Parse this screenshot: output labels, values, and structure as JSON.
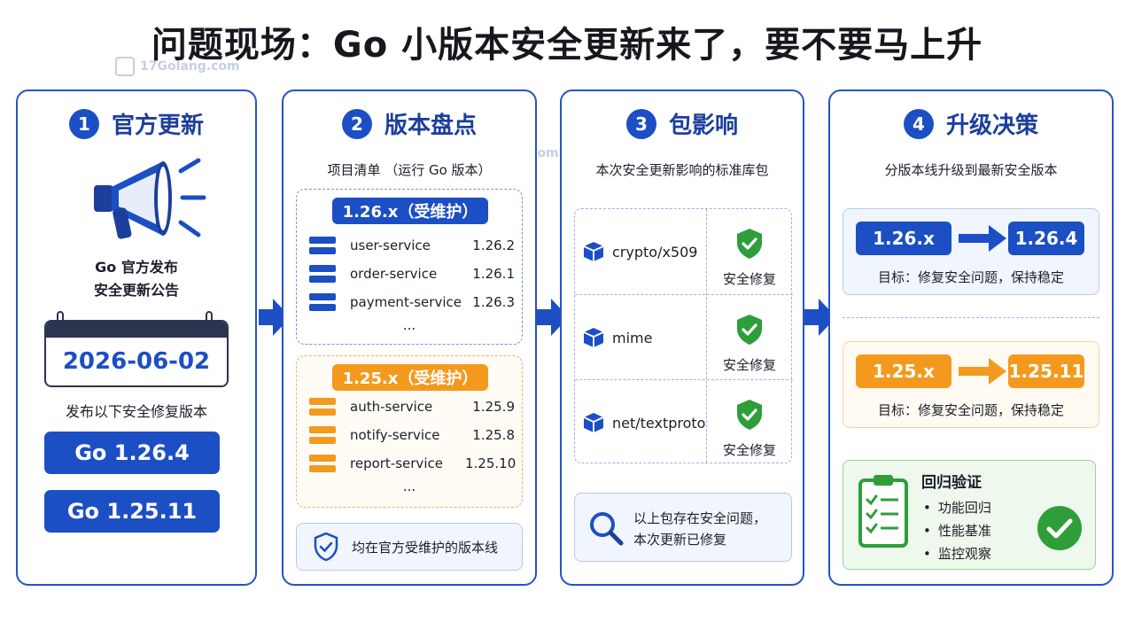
{
  "title": "问题现场：Go 小版本安全更新来了，要不要马上升",
  "watermark": "17Golang.com",
  "panels": [
    {
      "num": "1",
      "title": "官方更新",
      "announce_line1": "Go 官方发布",
      "announce_line2": "安全更新公告",
      "date": "2026-06-02",
      "versions_label": "发布以下安全修复版本",
      "versions": [
        "Go 1.26.4",
        "Go 1.25.11"
      ]
    },
    {
      "num": "2",
      "title": "版本盘点",
      "subtitle": "项目清单 （运行 Go 版本）",
      "groups": [
        {
          "tag": "1.26.x（受维护）",
          "services": [
            {
              "name": "user-service",
              "version": "1.26.2"
            },
            {
              "name": "order-service",
              "version": "1.26.1"
            },
            {
              "name": "payment-service",
              "version": "1.26.3"
            }
          ],
          "more": "..."
        },
        {
          "tag": "1.25.x（受维护）",
          "services": [
            {
              "name": "auth-service",
              "version": "1.25.9"
            },
            {
              "name": "notify-service",
              "version": "1.25.8"
            },
            {
              "name": "report-service",
              "version": "1.25.10"
            }
          ],
          "more": "..."
        }
      ],
      "note": "均在官方受维护的版本线"
    },
    {
      "num": "3",
      "title": "包影响",
      "subtitle": "本次安全更新影响的标准库包",
      "packages": [
        {
          "name": "crypto/x509",
          "status": "安全修复"
        },
        {
          "name": "mime",
          "status": "安全修复"
        },
        {
          "name": "net/textproto",
          "status": "安全修复"
        }
      ],
      "note_line1": "以上包存在安全问题，",
      "note_line2": "本次更新已修复"
    },
    {
      "num": "4",
      "title": "升级决策",
      "subtitle": "分版本线升级到最新安全版本",
      "upgrades": [
        {
          "from": "1.26.x",
          "to": "1.26.4",
          "goal": "目标：修复安全问题，保持稳定"
        },
        {
          "from": "1.25.x",
          "to": "1.25.11",
          "goal": "目标：修复安全问题，保持稳定"
        }
      ],
      "verify_title": "回归验证",
      "verify_items": [
        "功能回归",
        "性能基准",
        "监控观察"
      ]
    }
  ],
  "colors": {
    "blue": "#1c4fc4",
    "orange": "#f39a1e",
    "green": "#2e9e3a",
    "border": "#2553c7"
  }
}
